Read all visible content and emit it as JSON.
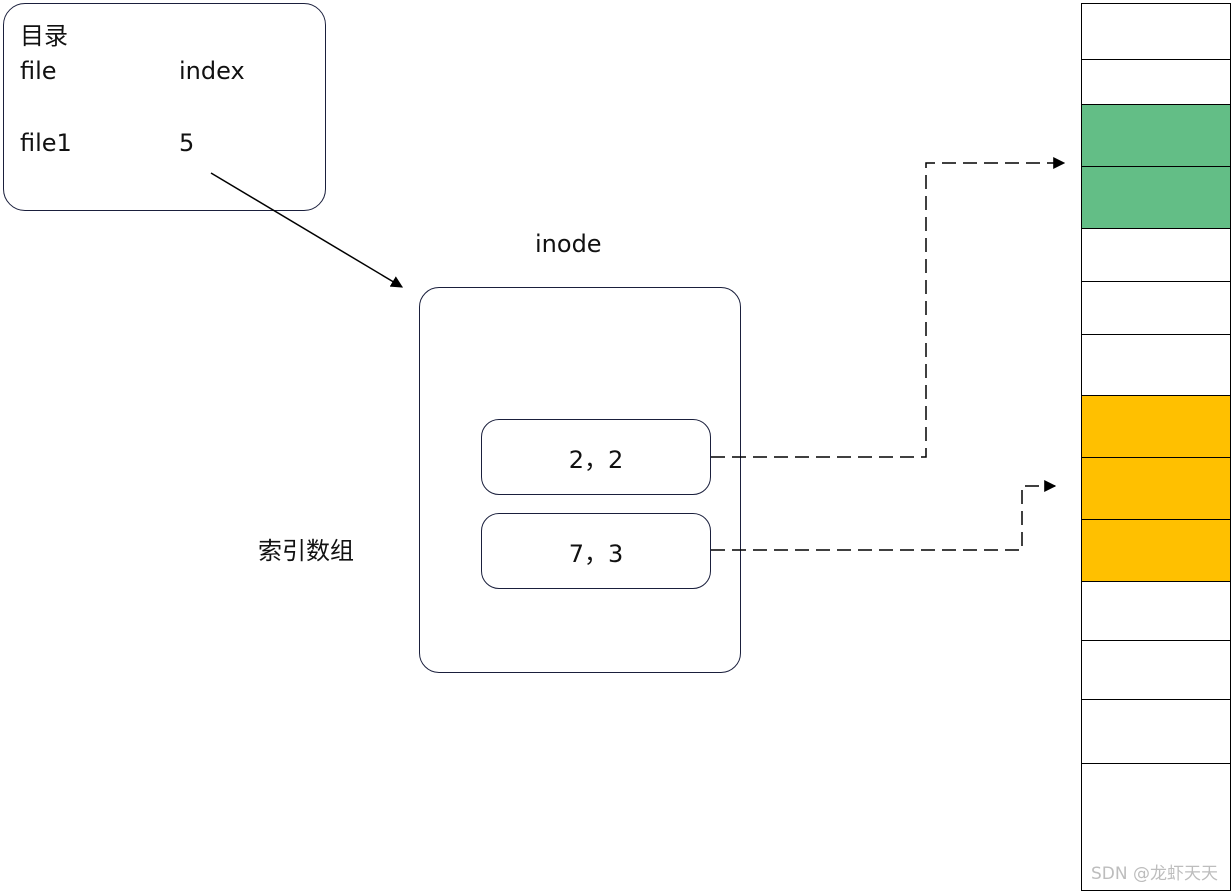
{
  "directory": {
    "title": "目录",
    "header_file": "file",
    "header_index": "index",
    "row_file": "file1",
    "row_index": "5"
  },
  "inode": {
    "label": "inode",
    "array_label": "索引数组",
    "entries": [
      "2，2",
      "7，3"
    ]
  },
  "disk": {
    "blocks": [
      "empty",
      "empty",
      "green",
      "green",
      "empty",
      "empty",
      "empty",
      "yellow",
      "yellow",
      "yellow",
      "empty",
      "empty",
      "empty",
      "empty"
    ],
    "colors": {
      "green": "#63be86",
      "yellow": "#ffc000",
      "empty": "#ffffff"
    }
  },
  "watermark": "SDN @龙虾天天"
}
